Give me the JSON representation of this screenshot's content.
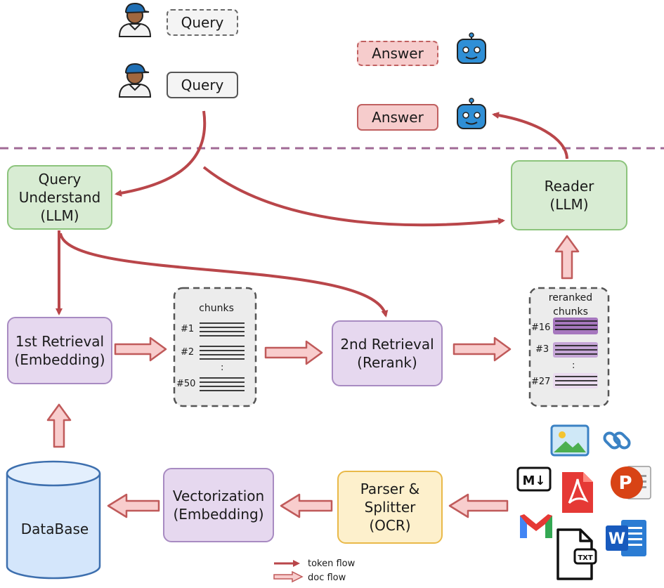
{
  "users": {
    "query_draft": "Query",
    "query": "Query"
  },
  "answers": {
    "answer_draft": "Answer",
    "answer": "Answer"
  },
  "nodes": {
    "query_understand": "Query\nUnderstand\n(LLM)",
    "reader": "Reader\n(LLM)",
    "first_retrieval": "1st Retrieval\n(Embedding)",
    "second_retrieval": "2nd Retrieval\n(Rerank)",
    "vectorization": "Vectorization\n(Embedding)",
    "parser": "Parser &\nSplitter\n(OCR)",
    "database": "DataBase"
  },
  "chunks": {
    "title": "chunks",
    "items": [
      "#1",
      "#2",
      ":",
      "#50"
    ]
  },
  "reranked": {
    "title_line1": "reranked",
    "title_line2": "chunks",
    "items": [
      "#16",
      "#3",
      ":",
      "#27"
    ]
  },
  "file_icons": {
    "markdown": "M↓",
    "txt": "TXT",
    "word": "W",
    "powerpoint": "P"
  },
  "legend": {
    "token_flow": "token flow",
    "doc_flow": "doc flow"
  },
  "colors": {
    "token_arrow": "#b9464a",
    "doc_arrow_fill": "#f8cdcd",
    "doc_arrow_stroke": "#c05a5a",
    "divider": "#a06a96",
    "robot": "#2f8fd6"
  }
}
